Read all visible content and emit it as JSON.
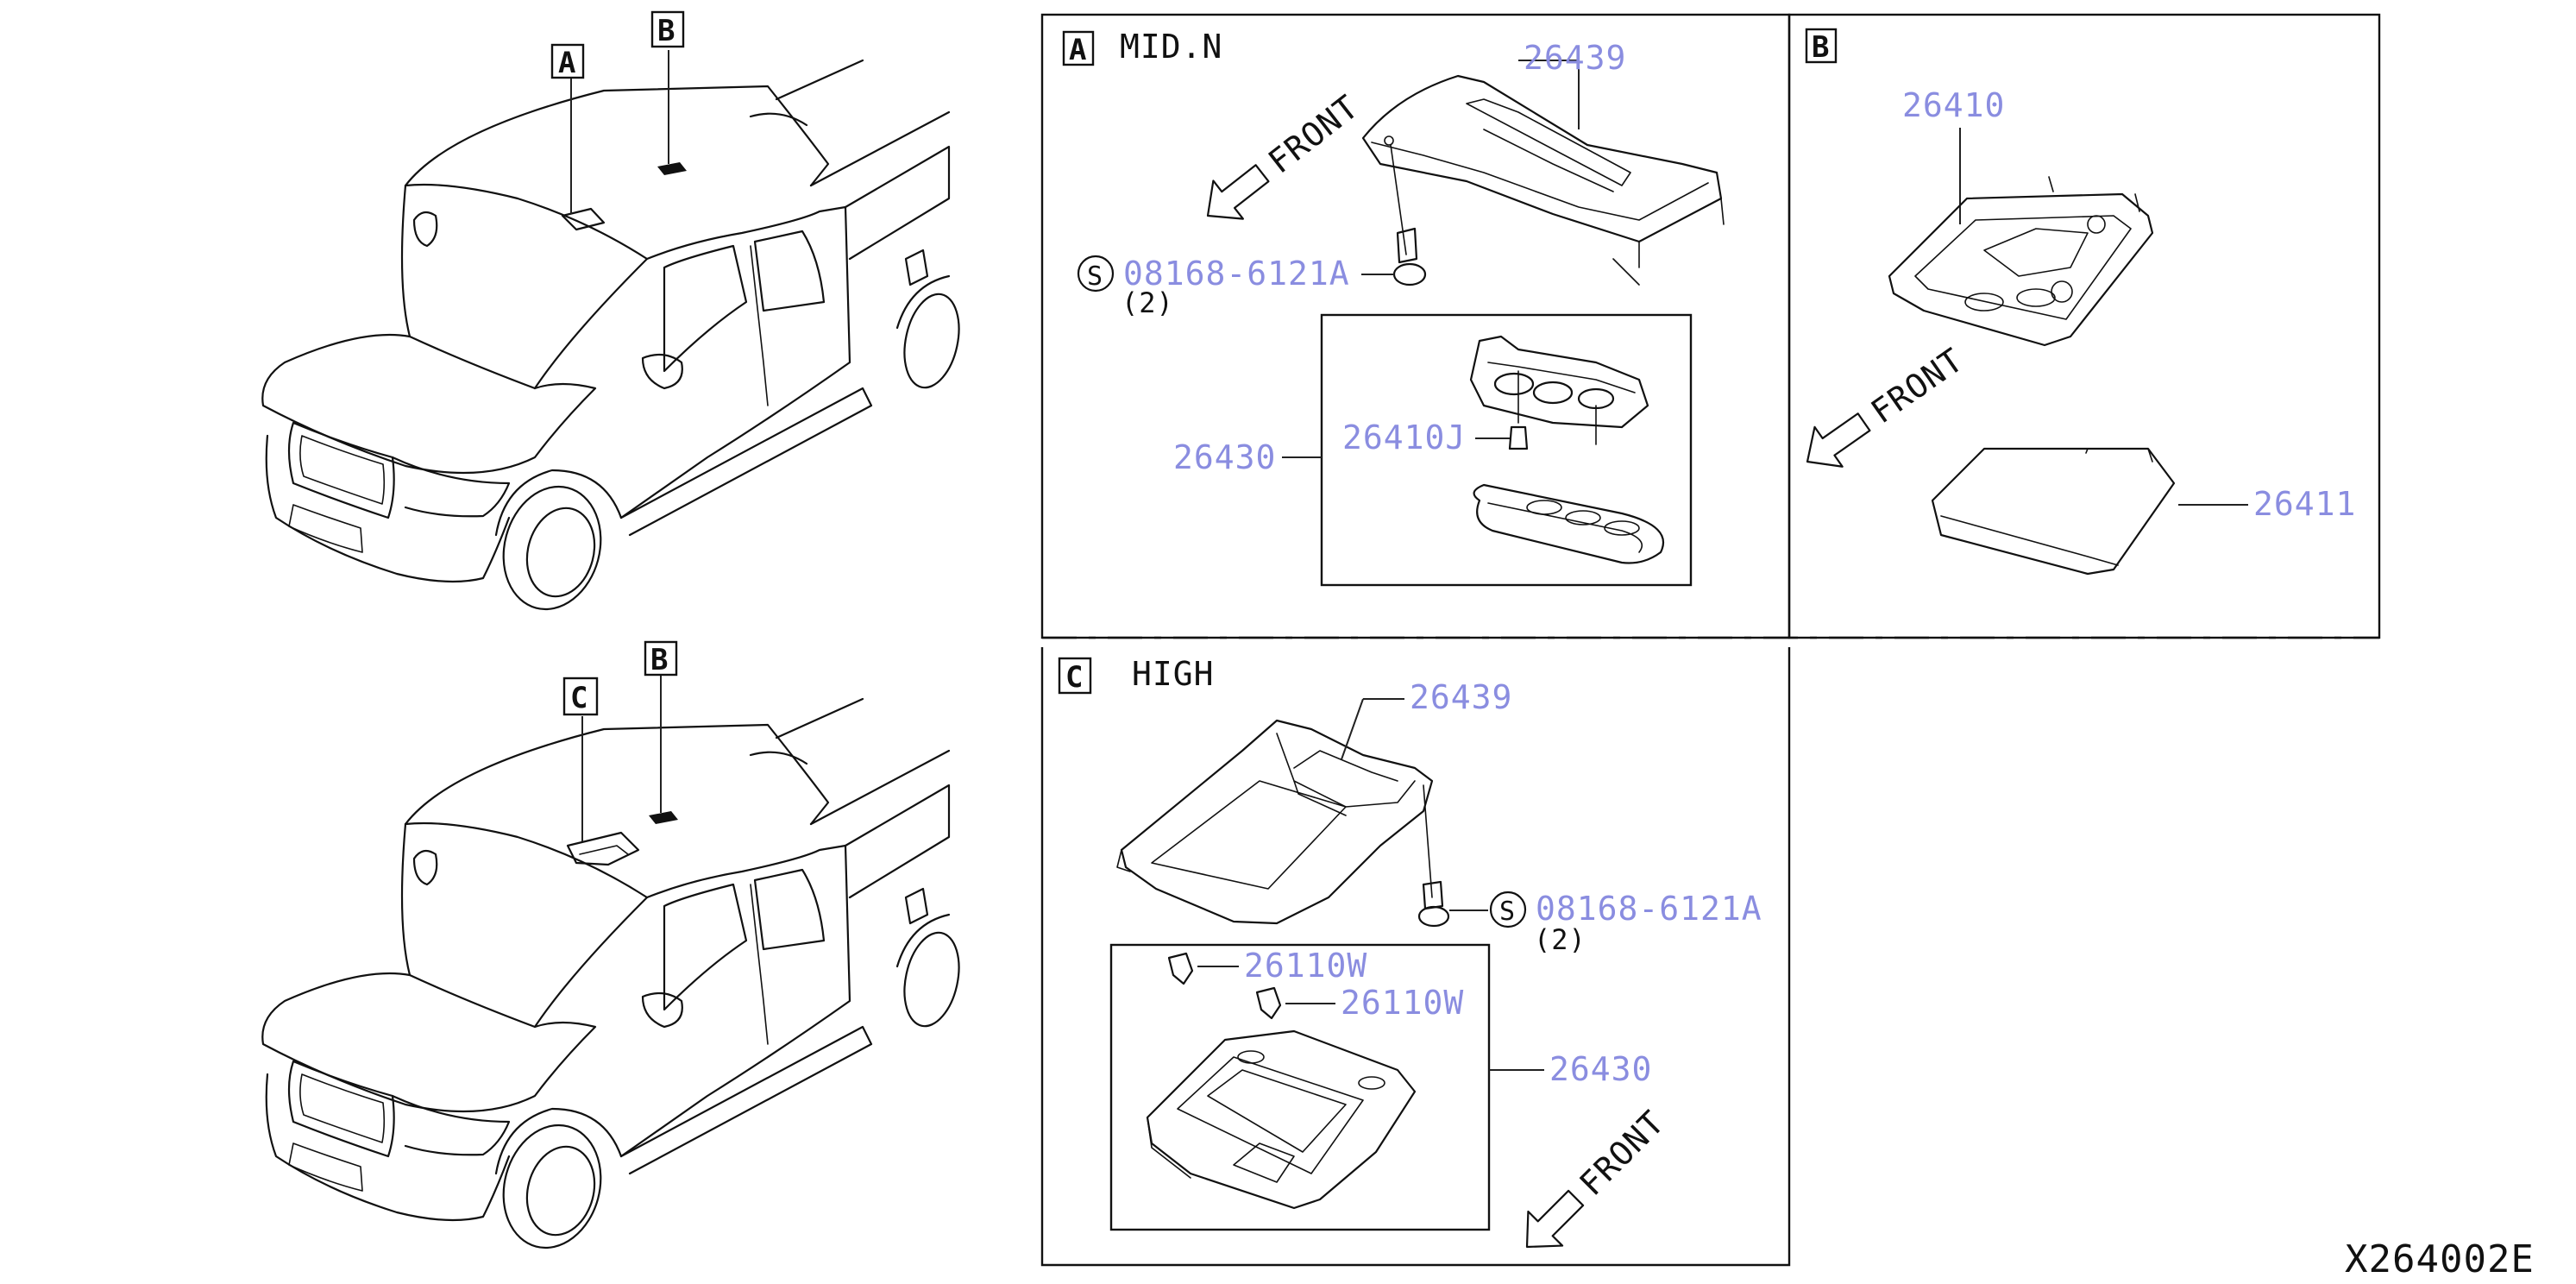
{
  "views": {
    "truck_top": {
      "tag_a": "A",
      "tag_b": "B"
    },
    "truck_bottom": {
      "tag_c": "C",
      "tag_b": "B"
    }
  },
  "panel_a": {
    "tag": "A",
    "title": "MID.N",
    "front": "FRONT",
    "parts": {
      "p26439": "26439",
      "screw_symbol": "S",
      "screw": "08168-6121A",
      "screw_qty": "(2)",
      "p26430": "26430",
      "p26410j": "26410J"
    }
  },
  "panel_b": {
    "tag": "B",
    "front": "FRONT",
    "parts": {
      "p26410": "26410",
      "p26411": "26411"
    }
  },
  "panel_c": {
    "tag": "C",
    "title": "HIGH",
    "front": "FRONT",
    "parts": {
      "p26439": "26439",
      "screw_symbol": "S",
      "screw": "08168-6121A",
      "screw_qty": "(2)",
      "p26110w_1": "26110W",
      "p26110w_2": "26110W",
      "p26430": "26430"
    }
  },
  "diagram_code": "X264002E"
}
